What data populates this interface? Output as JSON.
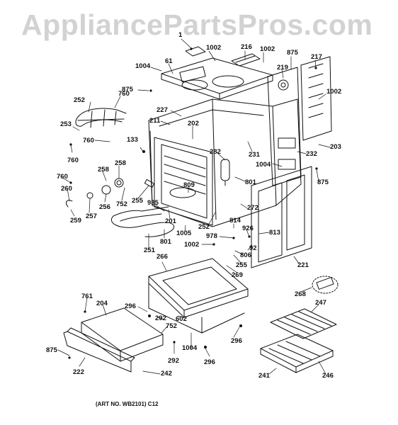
{
  "watermark": "AppliancePartsPros.com",
  "footer": "(ART NO. WB2101) C12",
  "colors": {
    "ink": "#111111",
    "watermark": "#d2d2d2",
    "background": "#ffffff"
  },
  "callouts": {
    "c1": "1",
    "c1002a": "1002",
    "c216": "216",
    "c1002b": "1002",
    "c875a": "875",
    "c217": "217",
    "c1004a": "1004",
    "c61": "61",
    "c219": "219",
    "c1002c": "1002",
    "c875b": "875",
    "c760a": "760",
    "c252a": "252",
    "c227": "227",
    "c211": "211",
    "c253": "253",
    "c202": "202",
    "c133": "133",
    "c760b": "760",
    "c203": "203",
    "c231": "231",
    "c232": "232",
    "c282": "282",
    "c1004b": "1004",
    "c760c": "760",
    "c258a": "258",
    "c258b": "258",
    "c760d": "760",
    "c809": "809",
    "c801a": "801",
    "c875c": "875",
    "c260": "260",
    "c256": "256",
    "c752a": "752",
    "c255a": "255",
    "c272": "272",
    "c259": "259",
    "c257": "257",
    "c935": "935",
    "c201": "201",
    "c814": "814",
    "c252b": "252",
    "c926": "926",
    "c813": "813",
    "c1005": "1005",
    "c978": "978",
    "c801b": "801",
    "c1002d": "1002",
    "c92": "92",
    "c806": "806",
    "c251": "251",
    "c255b": "255",
    "c221": "221",
    "c266": "266",
    "c269": "269",
    "c268": "268",
    "c761": "761",
    "c204": "204",
    "c296a": "296",
    "c292a": "292",
    "c602": "602",
    "c247": "247",
    "c752b": "752",
    "c296b": "296",
    "c875d": "875",
    "c1004c": "1004",
    "c292b": "292",
    "c296c": "296",
    "c222": "222",
    "c242": "242",
    "c241": "241",
    "c246": "246"
  }
}
